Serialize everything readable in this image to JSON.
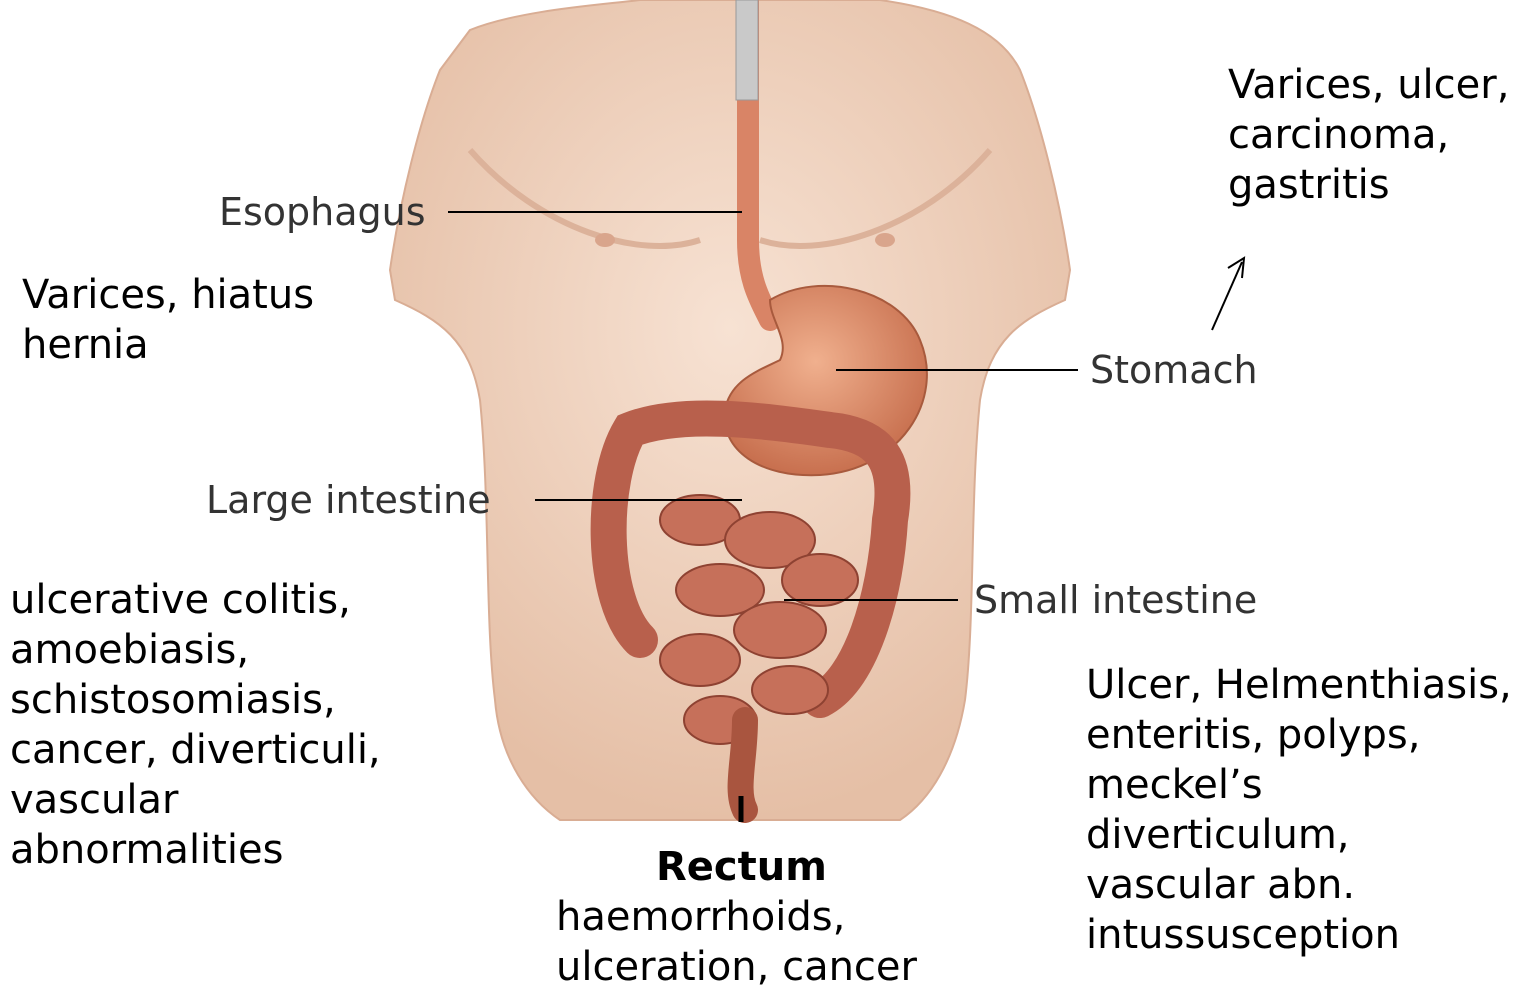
{
  "labels": {
    "esophagus": "Esophagus",
    "stomach": "Stomach",
    "large_intestine": "Large intestine",
    "small_intestine": "Small intestine",
    "rectum": "Rectum"
  },
  "notes": {
    "esophagus": [
      "Varices, hiatus",
      "hernia"
    ],
    "stomach": [
      "Varices, ulcer,",
      "carcinoma,",
      "gastritis"
    ],
    "large_intestine": [
      "ulcerative colitis,",
      "amoebiasis,",
      "schistosomiasis,",
      "cancer, diverticuli,",
      "vascular",
      "abnormalities"
    ],
    "small_intestine": [
      "Ulcer, Helmenthiasis,",
      "enteritis, polyps,",
      "meckel’s",
      "diverticulum,",
      "vascular abn.",
      "intussusception"
    ],
    "rectum": [
      "haemorrhoids,",
      "ulceration, cancer"
    ]
  },
  "colors": {
    "skin": "#f3d6c3",
    "skin_shadow": "#e2b89e",
    "organ": "#d98c6a",
    "intestine": "#b8604c",
    "leader_line": "#000000"
  }
}
